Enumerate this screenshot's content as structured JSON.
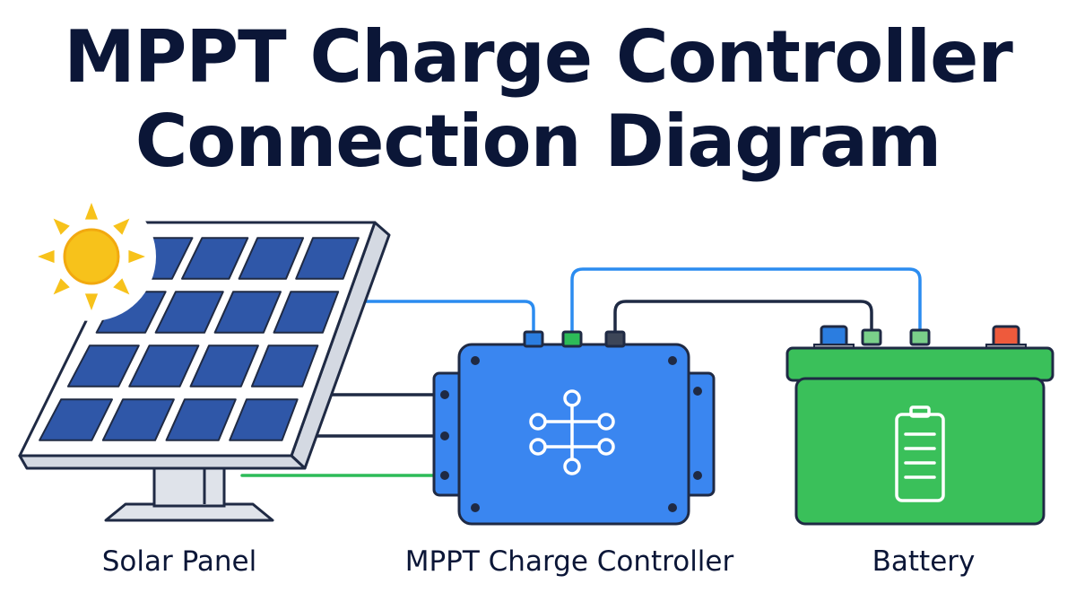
{
  "title": {
    "line1": "MPPT Charge Controller",
    "line2": "Connection Diagram"
  },
  "components": [
    {
      "id": "solar-panel",
      "label": "Solar Panel",
      "icon": "solar-panel-icon"
    },
    {
      "id": "controller",
      "label": "MPPT Charge Controller",
      "icon": "circuit-node-icon"
    },
    {
      "id": "battery",
      "label": "Battery",
      "icon": "battery-level-icon"
    }
  ],
  "colors": {
    "title": "#0b1637",
    "panel_cell": "#2f57a8",
    "panel_frame": "#ffffff",
    "sun": "#f7c21b",
    "controller_body": "#3a86f0",
    "battery_body": "#3ac05a",
    "wire_blue": "#2b8cf0",
    "wire_dark": "#1f2a44",
    "wire_green": "#2dbb58",
    "terminal_negative": "#2b7de0",
    "terminal_positive": "#ee5a3c"
  }
}
